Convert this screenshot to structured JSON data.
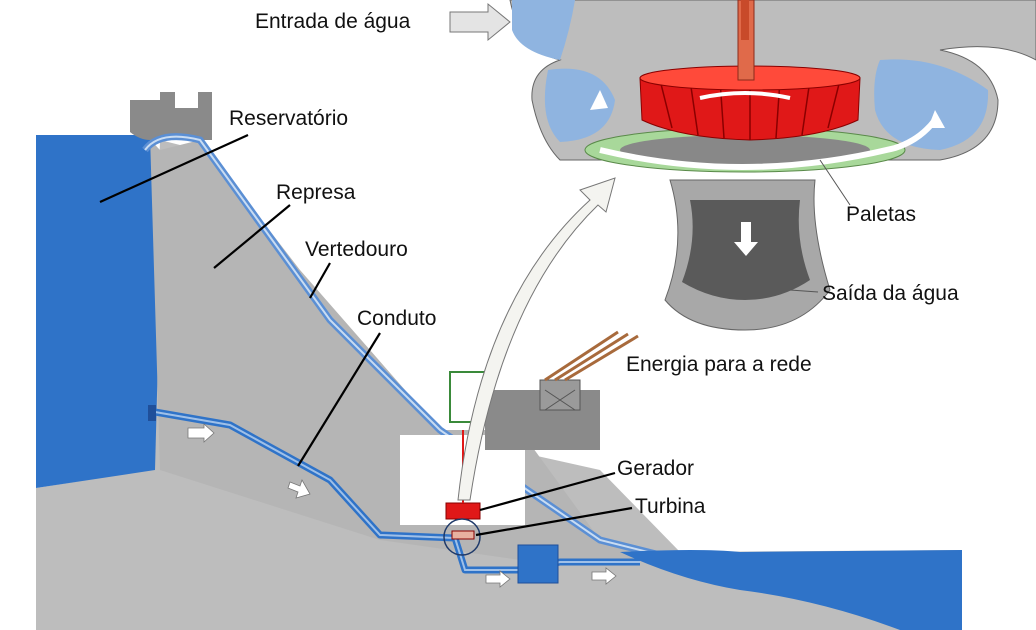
{
  "labels": {
    "water_inlet": "Entrada de água",
    "reservoir": "Reservatório",
    "dam": "Represa",
    "spillway": "Vertedouro",
    "penstock": "Conduto",
    "grid_energy": "Energia para a rede",
    "generator": "Gerador",
    "turbine": "Turbina",
    "blades": "Paletas",
    "water_outlet": "Saída da água"
  },
  "colors": {
    "water": "#2f73c8",
    "water_light": "#8fb4e0",
    "concrete": "#bdbdbd",
    "concrete_dark": "#8a8a8a",
    "runner_red": "#e01818",
    "guide_green": "#a8d89a",
    "power_lines": "#a86a3c",
    "leader_lines": "#000000"
  }
}
